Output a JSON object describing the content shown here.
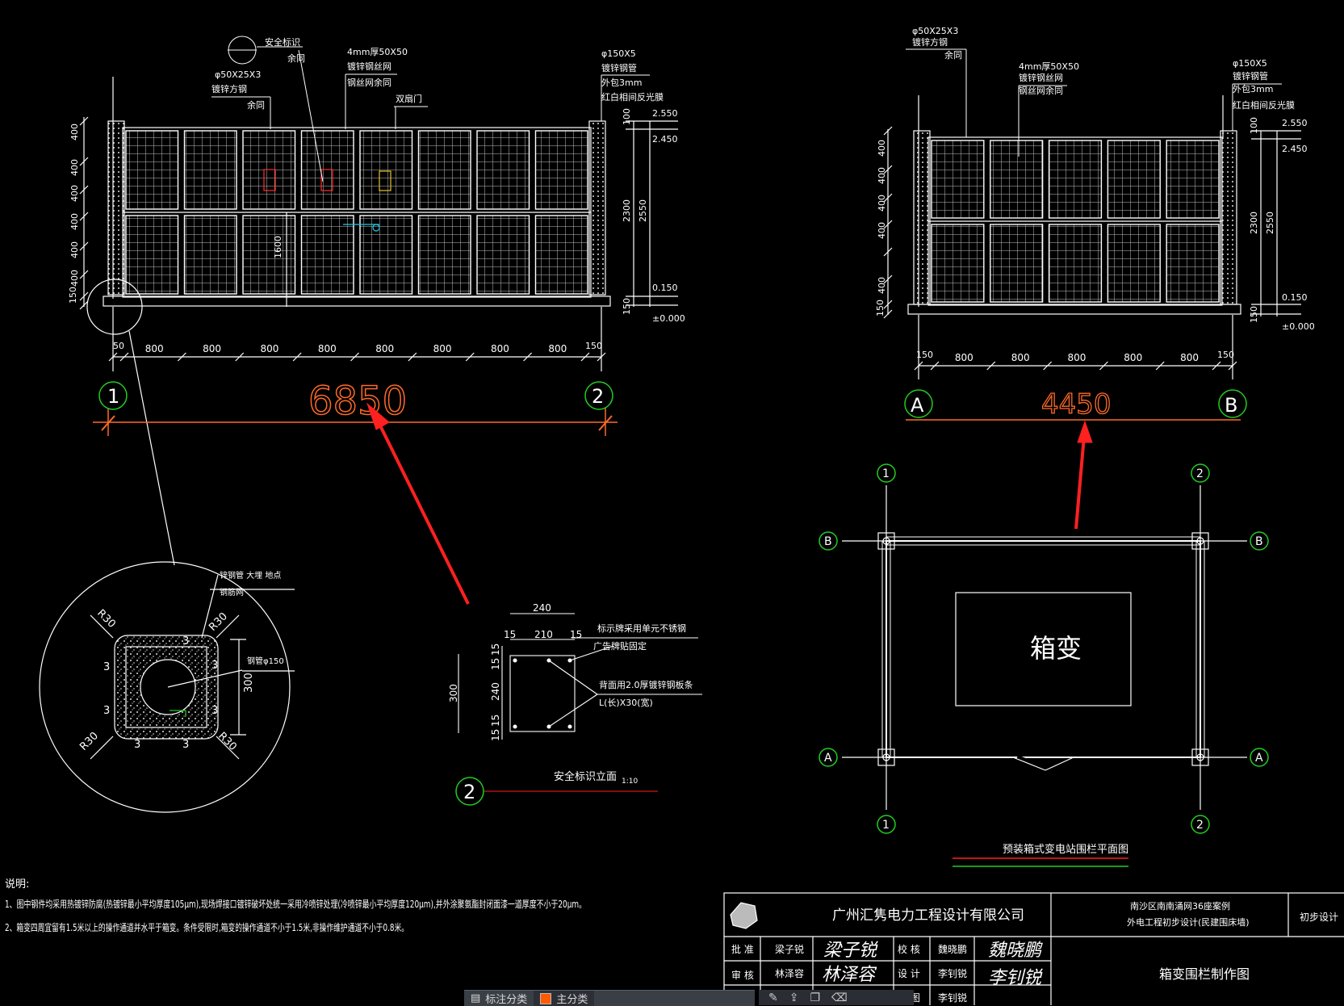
{
  "colors": {
    "line": "#ffffff",
    "grid": "#c8c8c8",
    "dimension": "#ff6a2a",
    "axis": "#22cc22",
    "arrow": "#ff2020",
    "cyan": "#22c8e6"
  },
  "front_elevation_left": {
    "column_labels": [
      "400",
      "400",
      "400",
      "400",
      "400",
      "400",
      "150"
    ],
    "bay_widths": [
      "800",
      "800",
      "800",
      "800",
      "800",
      "800",
      "800",
      "800"
    ],
    "end_left": "50",
    "end_right": "150",
    "total": "6850",
    "axis_left": "1",
    "axis_right": "2",
    "height_dims": [
      "100",
      "2300",
      "2550",
      "150"
    ],
    "elevations": [
      "2.550",
      "2.450",
      "0.150",
      "±0.000"
    ],
    "mid_dim": "1600",
    "notes": [
      {
        "id": "n1",
        "text": "安全标识"
      },
      {
        "id": "n2",
        "text": "φ50X25X3"
      },
      {
        "id": "n3",
        "text": "镀锌方钢"
      },
      {
        "id": "n4",
        "text": "余同"
      },
      {
        "id": "n5",
        "text": "余同"
      },
      {
        "id": "n6",
        "text": "4mm厚50X50"
      },
      {
        "id": "n7",
        "text": "镀锌钢丝网"
      },
      {
        "id": "n8",
        "text": "钢丝网余同"
      },
      {
        "id": "n9",
        "text": "双扇门"
      },
      {
        "id": "n10",
        "text": "φ150X5"
      },
      {
        "id": "n11",
        "text": "镀锌钢管"
      },
      {
        "id": "n12",
        "text": "外包3mm"
      },
      {
        "id": "n13",
        "text": "红白相间反光膜"
      }
    ]
  },
  "front_elevation_right": {
    "column_labels": [
      "400",
      "400",
      "400",
      "400",
      "400",
      "150"
    ],
    "bay_widths": [
      "800",
      "800",
      "800",
      "800",
      "800"
    ],
    "end_left": "150",
    "end_right": "150",
    "total": "4450",
    "axis_left": "A",
    "axis_right": "B",
    "height_dims": [
      "100",
      "2300",
      "2550",
      "150"
    ],
    "elevations": [
      "2.550",
      "2.450",
      "0.150",
      "±0.000"
    ],
    "notes": [
      {
        "id": "m1",
        "text": "φ50X25X3"
      },
      {
        "id": "m2",
        "text": "镀锌方钢"
      },
      {
        "id": "m3",
        "text": "余同"
      },
      {
        "id": "m4",
        "text": "4mm厚50X50"
      },
      {
        "id": "m5",
        "text": "镀锌钢丝网"
      },
      {
        "id": "m6",
        "text": "钢丝网余同"
      },
      {
        "id": "m7",
        "text": "φ150X5"
      },
      {
        "id": "m8",
        "text": "镀锌钢管"
      },
      {
        "id": "m9",
        "text": "外包3mm"
      },
      {
        "id": "m10",
        "text": "红白相间反光膜"
      }
    ]
  },
  "detail_circle": {
    "radii": [
      "R30",
      "R30",
      "R30",
      "R30"
    ],
    "dim": "300",
    "note1": "锌钢管 大埋 地点",
    "note2": "钢筋网",
    "note3": "钢管φ150",
    "marks": [
      "3",
      "3",
      "3",
      "3",
      "3",
      "3",
      "3"
    ]
  },
  "sign_detail": {
    "dims_top": [
      "240",
      "15",
      "210",
      "15"
    ],
    "dims_side": [
      "15",
      "15",
      "240",
      "15",
      "15"
    ],
    "side_total": "300",
    "note1": "标示牌采用单元不锈钢",
    "note2": "广告牌贴固定",
    "note3": "背面用2.0厚镀锌钢板条",
    "note4": "L(长)X30(宽)",
    "title": "安全标识立面",
    "scale": "1:10",
    "axis": "2"
  },
  "plan": {
    "axes_top": [
      "1",
      "2"
    ],
    "axes_side": [
      "B",
      "A"
    ],
    "box_label": "箱变",
    "title": "预装箱式变电站围栏平面图"
  },
  "notes_block": {
    "heading": "说明:",
    "line1": "1、图中钢件均采用热镀锌防腐(热镀锌最小平均厚度105μm),现场焊接口镀锌破坏处统一采用冷喷锌处理(冷喷锌最小平均厚度120μm),并外涂聚氨酯封闭面漆一道厚度不小于20μm。",
    "line2": "2、箱变四周宜留有1.5米以上的操作通道并水平于箱变。条件受限时,箱变的操作通道不小于1.5米,非操作维护通道不小于0.8米。"
  },
  "title_block": {
    "company": "广州汇隽电力工程设计有限公司",
    "project_line1": "南沙区南南涌网36座案例",
    "project_line2": "外电工程初步设计(民建围床墙)",
    "stage": "初步设计",
    "drawing_title": "箱变围栏制作图",
    "rows": [
      {
        "role1": "批 准",
        "name1": "梁子锐",
        "sig1": "梁子锐",
        "role2": "校 核",
        "name2": "魏晓鹏",
        "sig2": "魏晓鹏"
      },
      {
        "role1": "审 核",
        "name1": "林泽容",
        "sig1": "林泽容",
        "role2": "设 计",
        "name2": "李钊锐",
        "sig2": "李钊锐"
      },
      {
        "role1": "",
        "name1": "",
        "sig1": "",
        "role2": "制 图",
        "name2": "李钊锐",
        "sig2": ""
      }
    ]
  },
  "statusbar": {
    "tab1": "标注分类",
    "tab2": "主分类"
  }
}
